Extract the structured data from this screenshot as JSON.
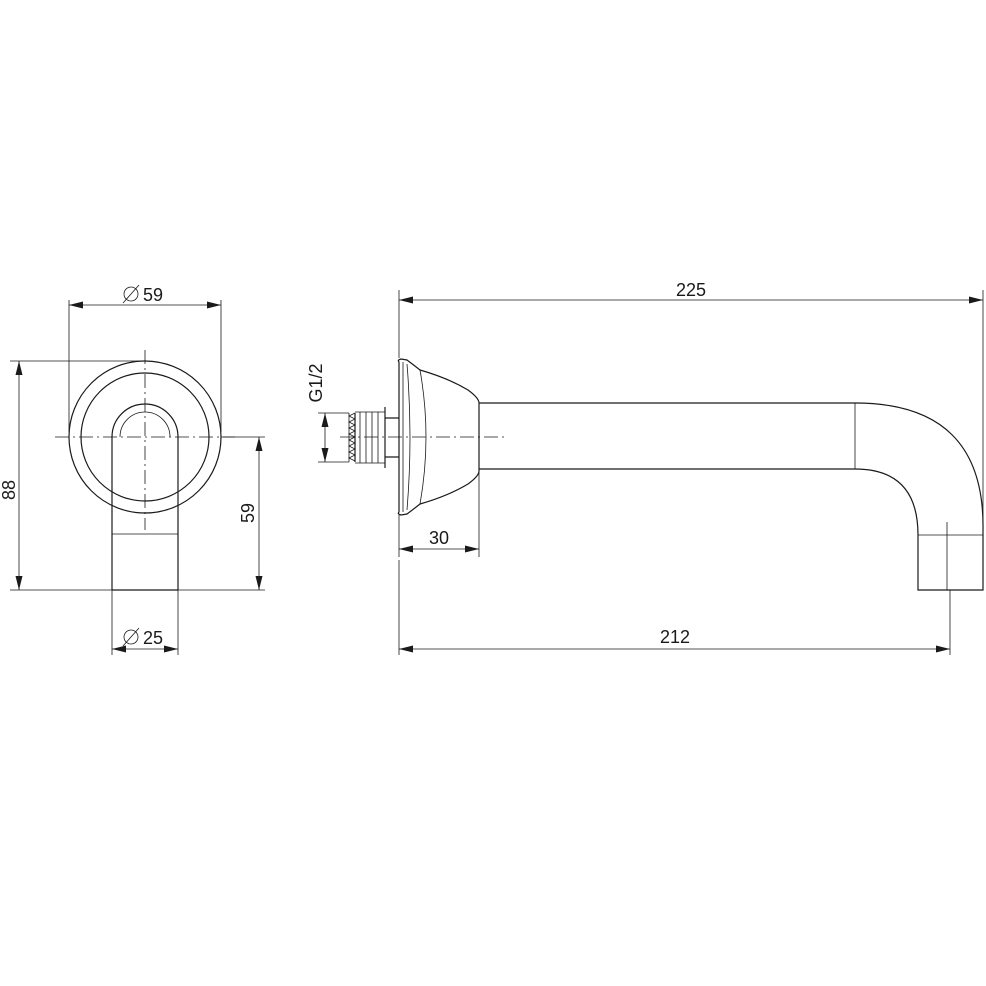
{
  "front_view": {
    "dim_flange_diameter": "59",
    "dim_total_height": "88",
    "dim_axis_to_outlet": "59",
    "dim_spout_diameter": "25",
    "diameter_symbol": "∅"
  },
  "side_view": {
    "dim_total_length": "225",
    "dim_outlet_reach": "212",
    "dim_flange_depth": "30",
    "thread_label": "G1/2"
  }
}
